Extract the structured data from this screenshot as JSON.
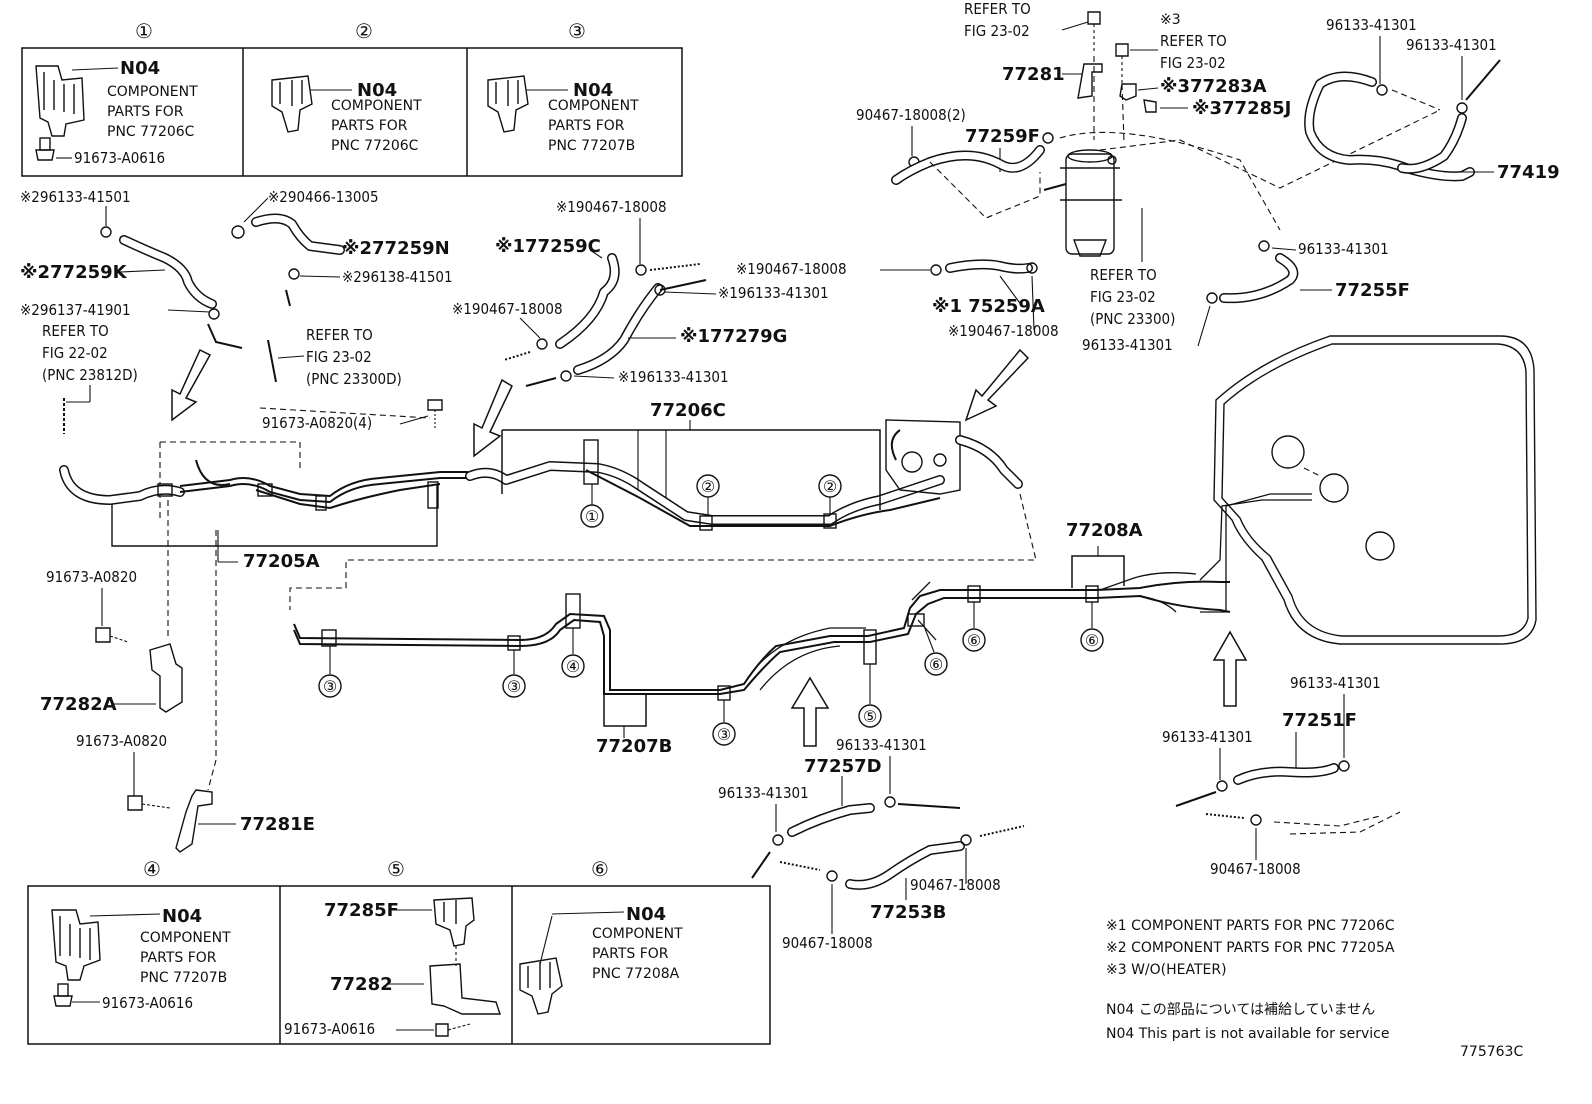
{
  "figure_id": "775763C",
  "top_panels": [
    {
      "num": "①",
      "code": "N04",
      "l1": "COMPONENT",
      "l2": "PARTS FOR",
      "l3": "PNC 77206C",
      "bolt": "91673-A0616"
    },
    {
      "num": "②",
      "code": "N04",
      "l1": "COMPONENT",
      "l2": "PARTS FOR",
      "l3": "PNC 77206C"
    },
    {
      "num": "③",
      "code": "N04",
      "l1": "COMPONENT",
      "l2": "PARTS FOR",
      "l3": "PNC 77207B"
    }
  ],
  "bottom_panels": [
    {
      "num": "④",
      "code": "N04",
      "l1": "COMPONENT",
      "l2": "PARTS FOR",
      "l3": "PNC 77207B",
      "bolt": "91673-A0616"
    },
    {
      "num": "⑤",
      "p1": "77285F",
      "p2": "77282",
      "bolt": "91673-A0616"
    },
    {
      "num": "⑥",
      "code": "N04",
      "l1": "COMPONENT",
      "l2": "PARTS FOR",
      "l3": "PNC 77208A"
    }
  ],
  "labels": {
    "l_96133_41501_k2": "※296133-41501",
    "l_90466_13005": "※290466-13005",
    "l_77259K": "※277259K",
    "l_77259N": "※277259N",
    "l_96138_41501": "※296138-41501",
    "l_96137_41901": "※296137-41901",
    "ref1_a": "REFER TO",
    "ref1_b": "FIG 22-02",
    "ref1_c": "(PNC 23812D)",
    "ref2_a": "REFER TO",
    "ref2_b": "FIG 23-02",
    "ref2_c": "(PNC 23300D)",
    "l_91673_A0820_4": "91673-A0820(4)",
    "l_90467_18008_k1a": "※190467-18008",
    "l_77259C": "※177259C",
    "l_90467_18008_k1b": "※190467-18008",
    "l_96133_41301_k1a": "※196133-41301",
    "l_77279G": "※177279G",
    "l_96133_41301_k1b": "※196133-41301",
    "l_77206C": "77206C",
    "l_77205A": "77205A",
    "l_91673_A0820_a": "91673-A0820",
    "l_77282A": "77282A",
    "l_91673_A0820_b": "91673-A0820",
    "l_77281E": "77281E",
    "ref3_a": "REFER TO",
    "ref3_b": "FIG 23-02",
    "k3_a": "※3",
    "ref4_a": "REFER TO",
    "ref4_b": "FIG 23-02",
    "l_77281": "77281",
    "l_77283A": "※377283A",
    "l_77285J": "※377285J",
    "l_90467_18008_2": "90467-18008(2)",
    "l_77259F": "77259F",
    "l_96133_41301_a": "96133-41301",
    "l_96133_41301_b": "96133-41301",
    "l_77419": "77419",
    "l_90467_18008_k1c": "※190467-18008",
    "l_75259A": "※1 75259A",
    "l_90467_18008_k1d": "※190467-18008",
    "ref5_a": "REFER TO",
    "ref5_b": "FIG 23-02",
    "ref5_c": "(PNC 23300)",
    "l_96133_41301_c": "96133-41301",
    "l_77255F": "77255F",
    "l_96133_41301_d": "96133-41301",
    "l_77208A": "77208A",
    "l_77207B": "77207B",
    "l_77257D": "77257D",
    "l_96133_41301_e": "96133-41301",
    "l_96133_41301_f": "96133-41301",
    "l_90467_18008_a": "90467-18008",
    "l_77253B": "77253B",
    "l_90467_18008_b": "90467-18008",
    "l_96133_41301_g": "96133-41301",
    "l_77251F": "77251F",
    "l_96133_41301_h": "96133-41301",
    "l_90467_18008_c": "90467-18008"
  },
  "callouts": {
    "c1": "①",
    "c2": "②",
    "c3": "③",
    "c4": "④",
    "c5": "⑤",
    "c6": "⑥"
  },
  "notes": [
    "※1 COMPONENT PARTS FOR PNC 77206C",
    "※2 COMPONENT PARTS FOR PNC 77205A",
    "※3 W/O(HEATER)",
    "N04 この部品については補給していません",
    "N04 This part is not available for service"
  ]
}
